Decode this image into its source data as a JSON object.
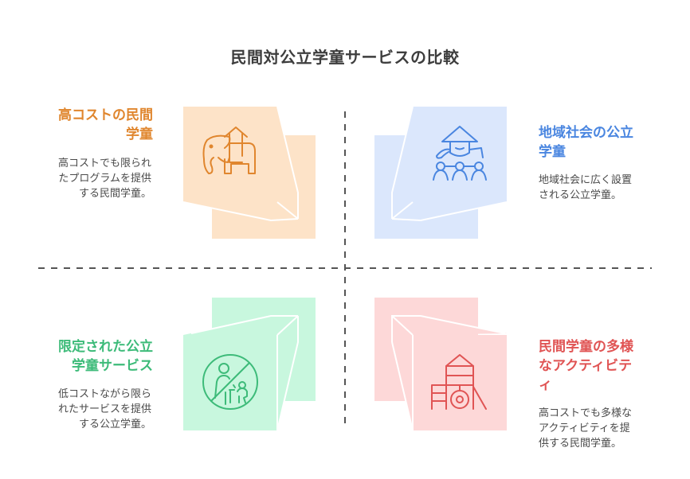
{
  "title": "民間対公立学童サービスの比較",
  "colors": {
    "orange": "#e0862e",
    "orange_fill": "#fde3c8",
    "blue": "#4a86e0",
    "blue_fill": "#dbe7fc",
    "green": "#3dbb79",
    "green_fill": "#c8f7de",
    "red": "#e05454",
    "red_fill": "#fdd8d8",
    "divider": "#555555"
  },
  "quadrants": [
    {
      "id": "top-left",
      "heading_lines": [
        "高コストの民間",
        "学童"
      ],
      "description_lines": [
        "高コストでも限られ",
        "たプログラムを提供",
        "する民間学童。"
      ],
      "icon": "elephant-with-house-icon"
    },
    {
      "id": "top-right",
      "heading_lines": [
        "地域社会の公立",
        "学童"
      ],
      "description_lines": [
        "地域社会に広く設置",
        "される公立学童。"
      ],
      "icon": "community-people-icon"
    },
    {
      "id": "bottom-left",
      "heading_lines": [
        "限定された公立",
        "学童サービス"
      ],
      "description_lines": [
        "低コストながら限ら",
        "れたサービスを提供",
        "する公立学童。"
      ],
      "icon": "no-children-icon"
    },
    {
      "id": "bottom-right",
      "heading_lines": [
        "民間学童の多様",
        "なアクティビテ",
        "ィ"
      ],
      "description_lines": [
        "高コストでも多様な",
        "アクティビティを提",
        "供する民間学童。"
      ],
      "icon": "playground-icon"
    }
  ]
}
